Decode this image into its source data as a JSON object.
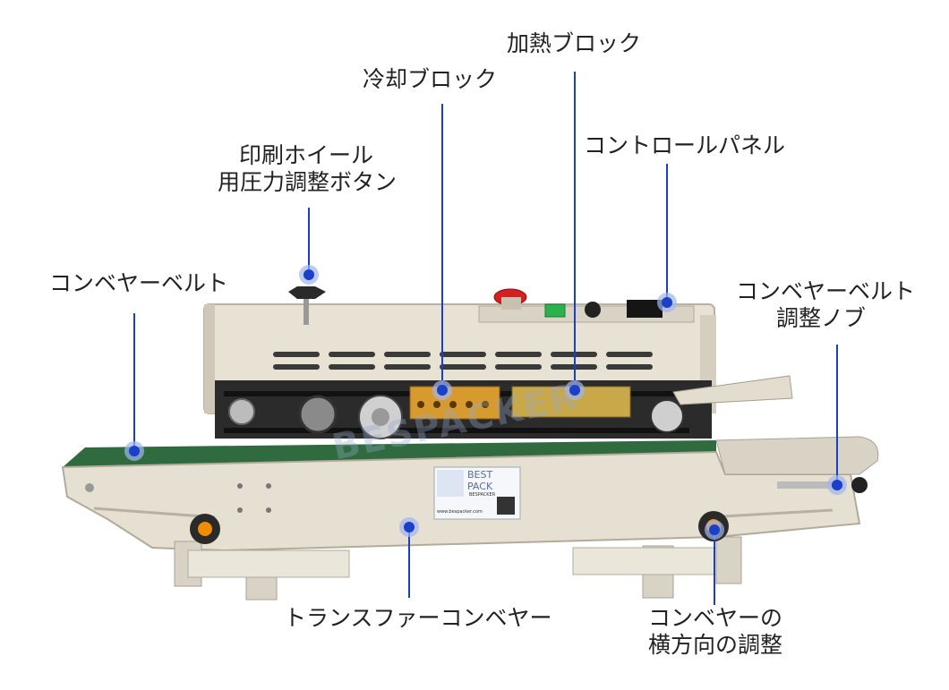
{
  "labels": {
    "heating_block": "加熱ブロック",
    "cooling_block": "冷却ブロック",
    "control_panel": "コントロールパネル",
    "print_wheel_line1": "印刷ホイール",
    "print_wheel_line2": "用圧力調整ボタン",
    "conveyor_belt": "コンベヤーベルト",
    "belt_knob_line1": "コンベヤーベルト",
    "belt_knob_line2": "調整ノブ",
    "transfer_conveyor": "トランスファーコンベヤー",
    "lateral_line1": "コンベヤーの",
    "lateral_line2": "横方向の調整"
  },
  "watermark": "BESPACKER",
  "brand": {
    "line1": "BEST",
    "line2": "PACK",
    "sub": "BESPACKER",
    "url": "www.bespacker.com"
  },
  "colors": {
    "callout": "#1a3fc8",
    "dot_glow": "#9fb5f0",
    "knob_orange": "#f08c00",
    "belt_green": "#2f6b3e",
    "body_beige": "#e6e0d2"
  }
}
